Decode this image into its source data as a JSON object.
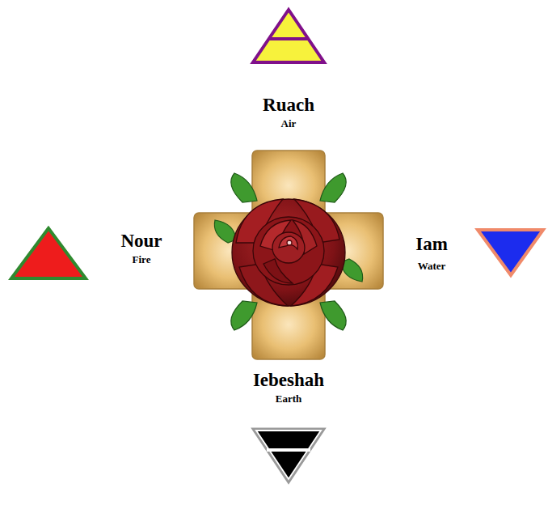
{
  "diagram": {
    "labels": [
      "Ruach",
      "Air",
      "Nour",
      "Fire",
      "Iam",
      "Water",
      "Iebeshah",
      "Earth"
    ]
  }
}
